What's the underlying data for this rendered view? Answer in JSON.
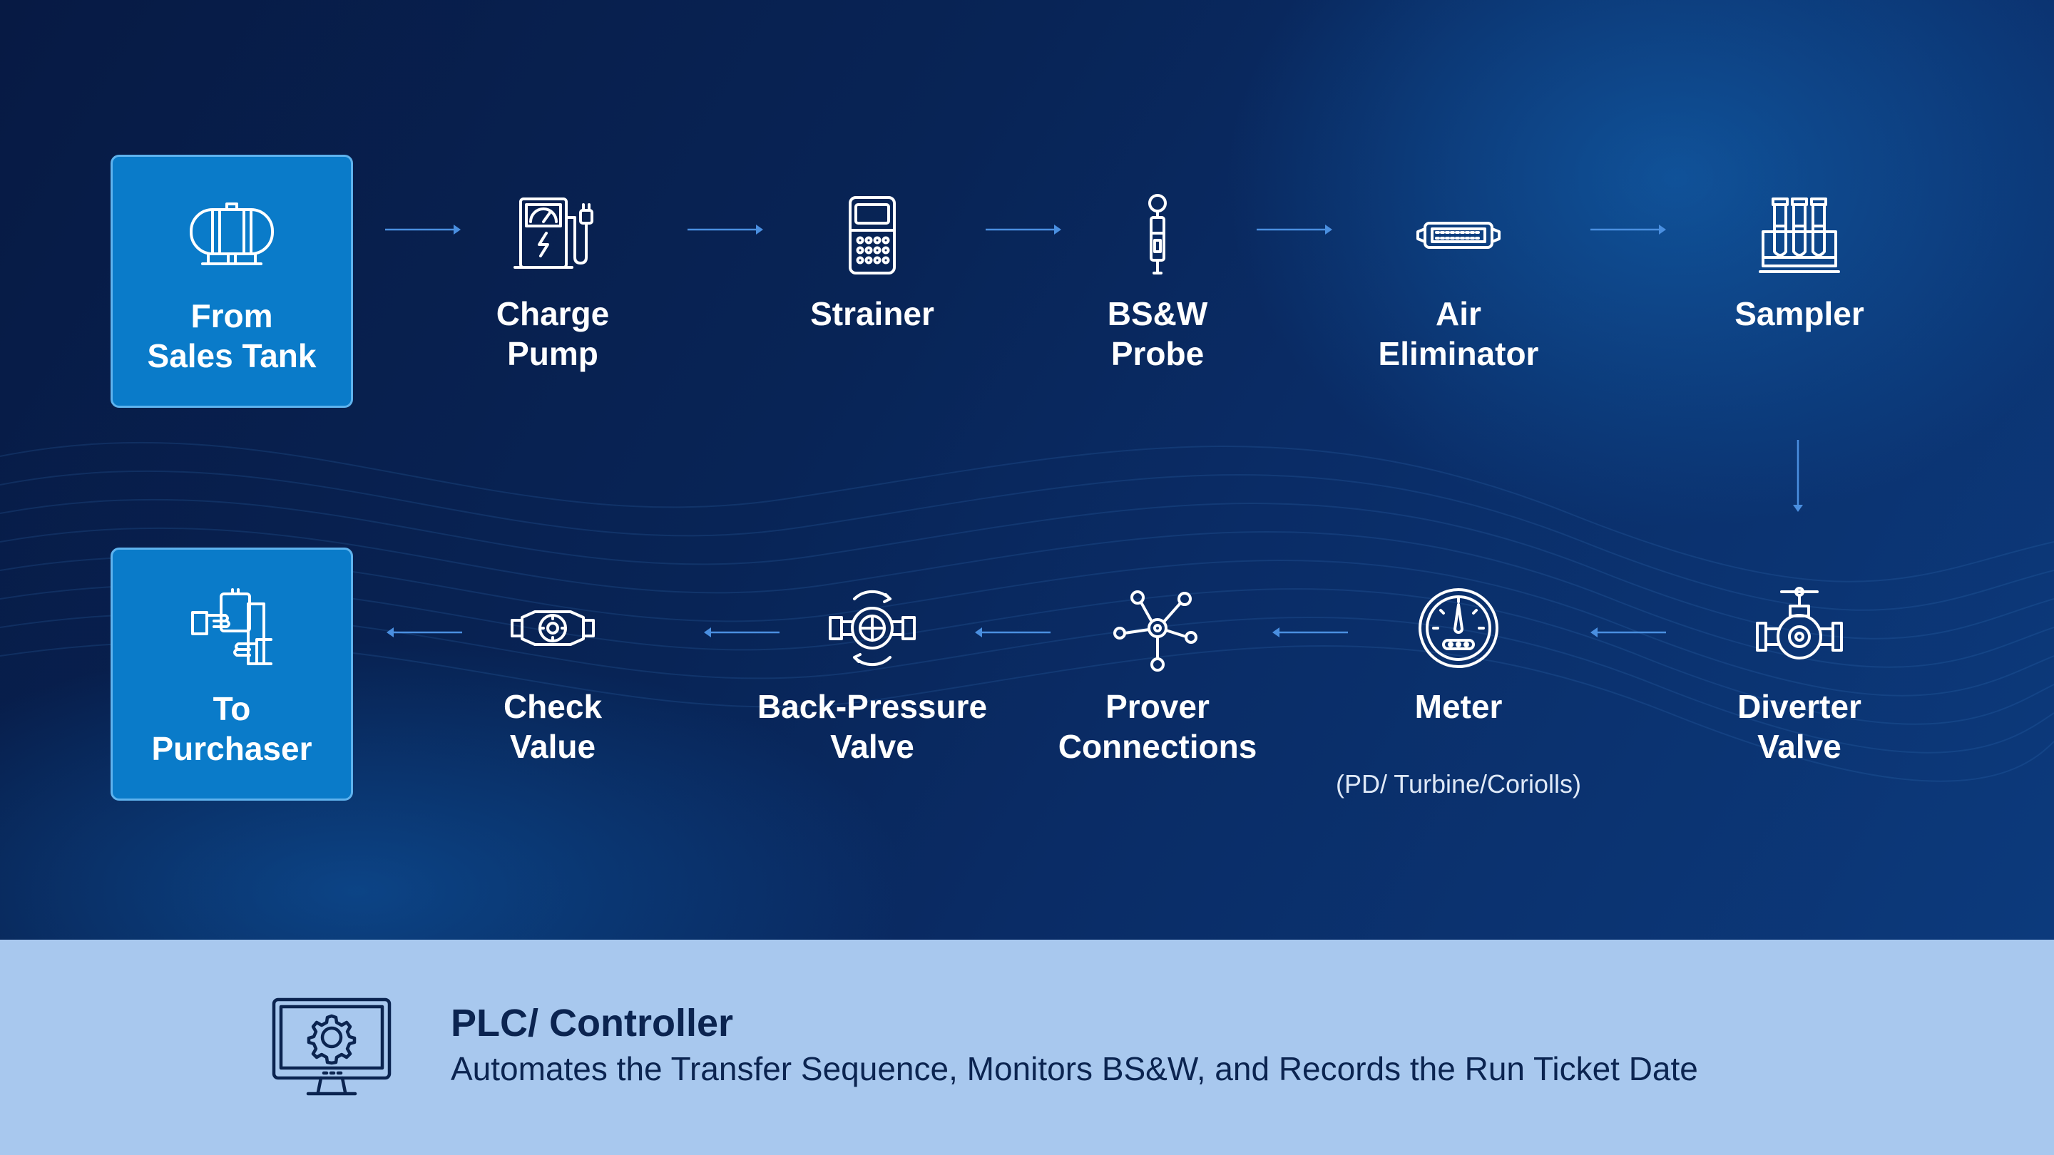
{
  "colors": {
    "background_dark": "#082456",
    "highlight_box": "#0a7bc9",
    "arrow": "#4a8fe0",
    "footer_bg": "#a8c8ee",
    "footer_text": "#0b2450"
  },
  "flow": {
    "top_row": [
      {
        "label": "From\nSales Tank",
        "icon": "tank-icon"
      },
      {
        "label": "Charge\nPump",
        "icon": "pump-icon"
      },
      {
        "label": "Strainer",
        "icon": "strainer-icon"
      },
      {
        "label": "BS&W\nProbe",
        "icon": "probe-icon"
      },
      {
        "label": "Air\nEliminator",
        "icon": "air-eliminator-icon"
      },
      {
        "label": "Sampler",
        "icon": "sampler-icon"
      }
    ],
    "bottom_row": [
      {
        "label": "To\nPurchaser",
        "icon": "handshake-icon"
      },
      {
        "label": "Check\nValue",
        "icon": "check-valve-icon"
      },
      {
        "label": "Back-Pressure\nValve",
        "icon": "back-pressure-valve-icon"
      },
      {
        "label": "Prover\nConnections",
        "icon": "network-icon"
      },
      {
        "label": "Meter",
        "sublabel": "(PD/ Turbine/Coriolls)",
        "icon": "meter-gauge-icon"
      },
      {
        "label": "Diverter\nValve",
        "icon": "diverter-valve-icon"
      }
    ]
  },
  "footer": {
    "title": "PLC/ Controller",
    "description": "Automates the Transfer Sequence, Monitors BS&W, and Records the Run Ticket Date",
    "icon": "monitor-gear-icon"
  }
}
